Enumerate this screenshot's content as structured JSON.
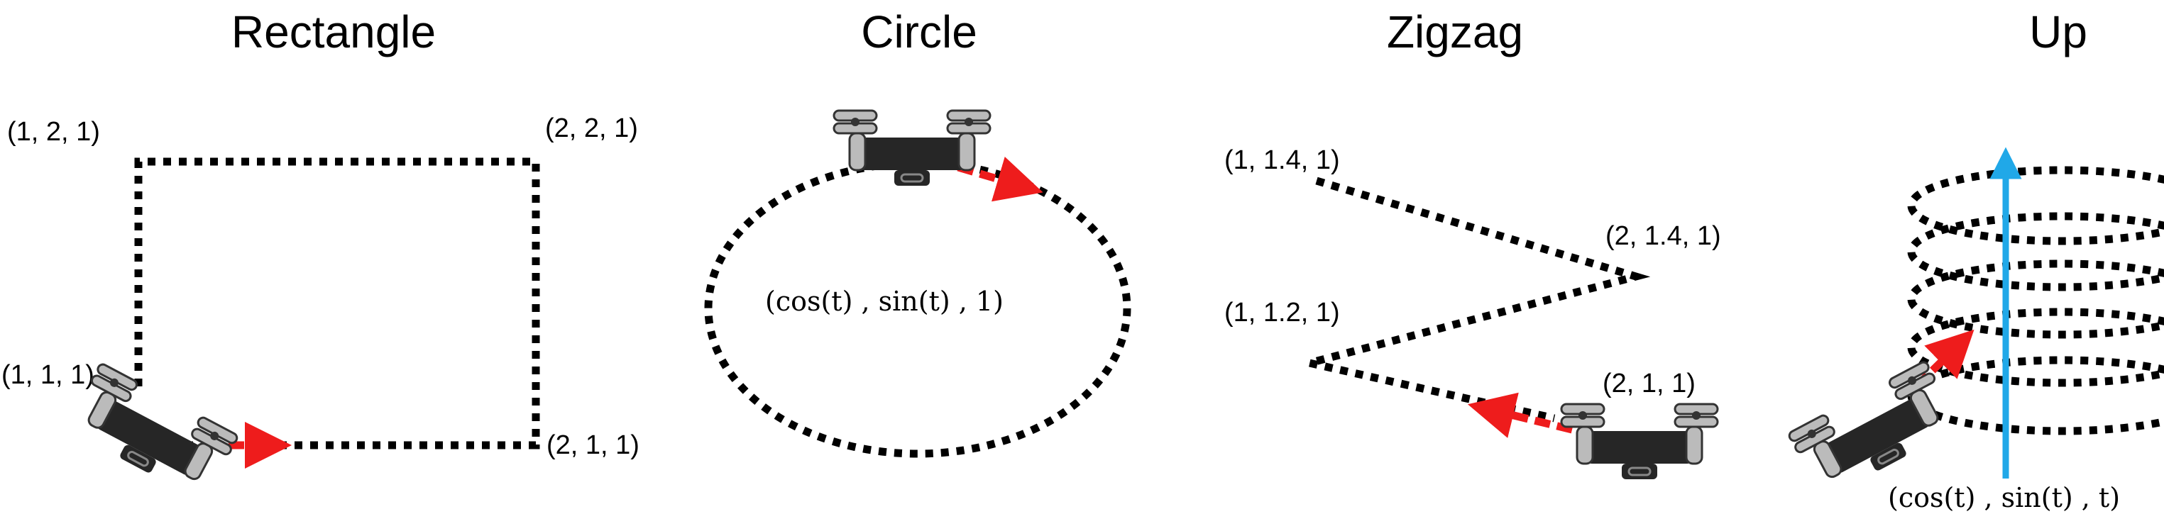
{
  "panels": {
    "rectangle": {
      "title": "Rectangle",
      "labels": [
        "(1, 2, 1)",
        "(2, 2, 1)",
        "(1, 1, 1)",
        "(2, 1, 1)"
      ]
    },
    "circle": {
      "title": "Circle",
      "formula": "(cos(t) , sin(t) , 1)"
    },
    "zigzag": {
      "title": "Zigzag",
      "labels": [
        "(1, 1.4, 1)",
        "(2, 1.4, 1)",
        "(1, 1.2, 1)",
        "(2, 1, 1)"
      ]
    },
    "up": {
      "title": "Up",
      "formula": "(cos(t) , sin(t) , t)"
    }
  },
  "colors": {
    "path": "#000000",
    "direction_arrow": "#ee1c1c",
    "vertical_axis": "#20a8e8",
    "drone_body": "#262626"
  },
  "icons": [
    "drone-icon",
    "direction-arrow-icon"
  ]
}
